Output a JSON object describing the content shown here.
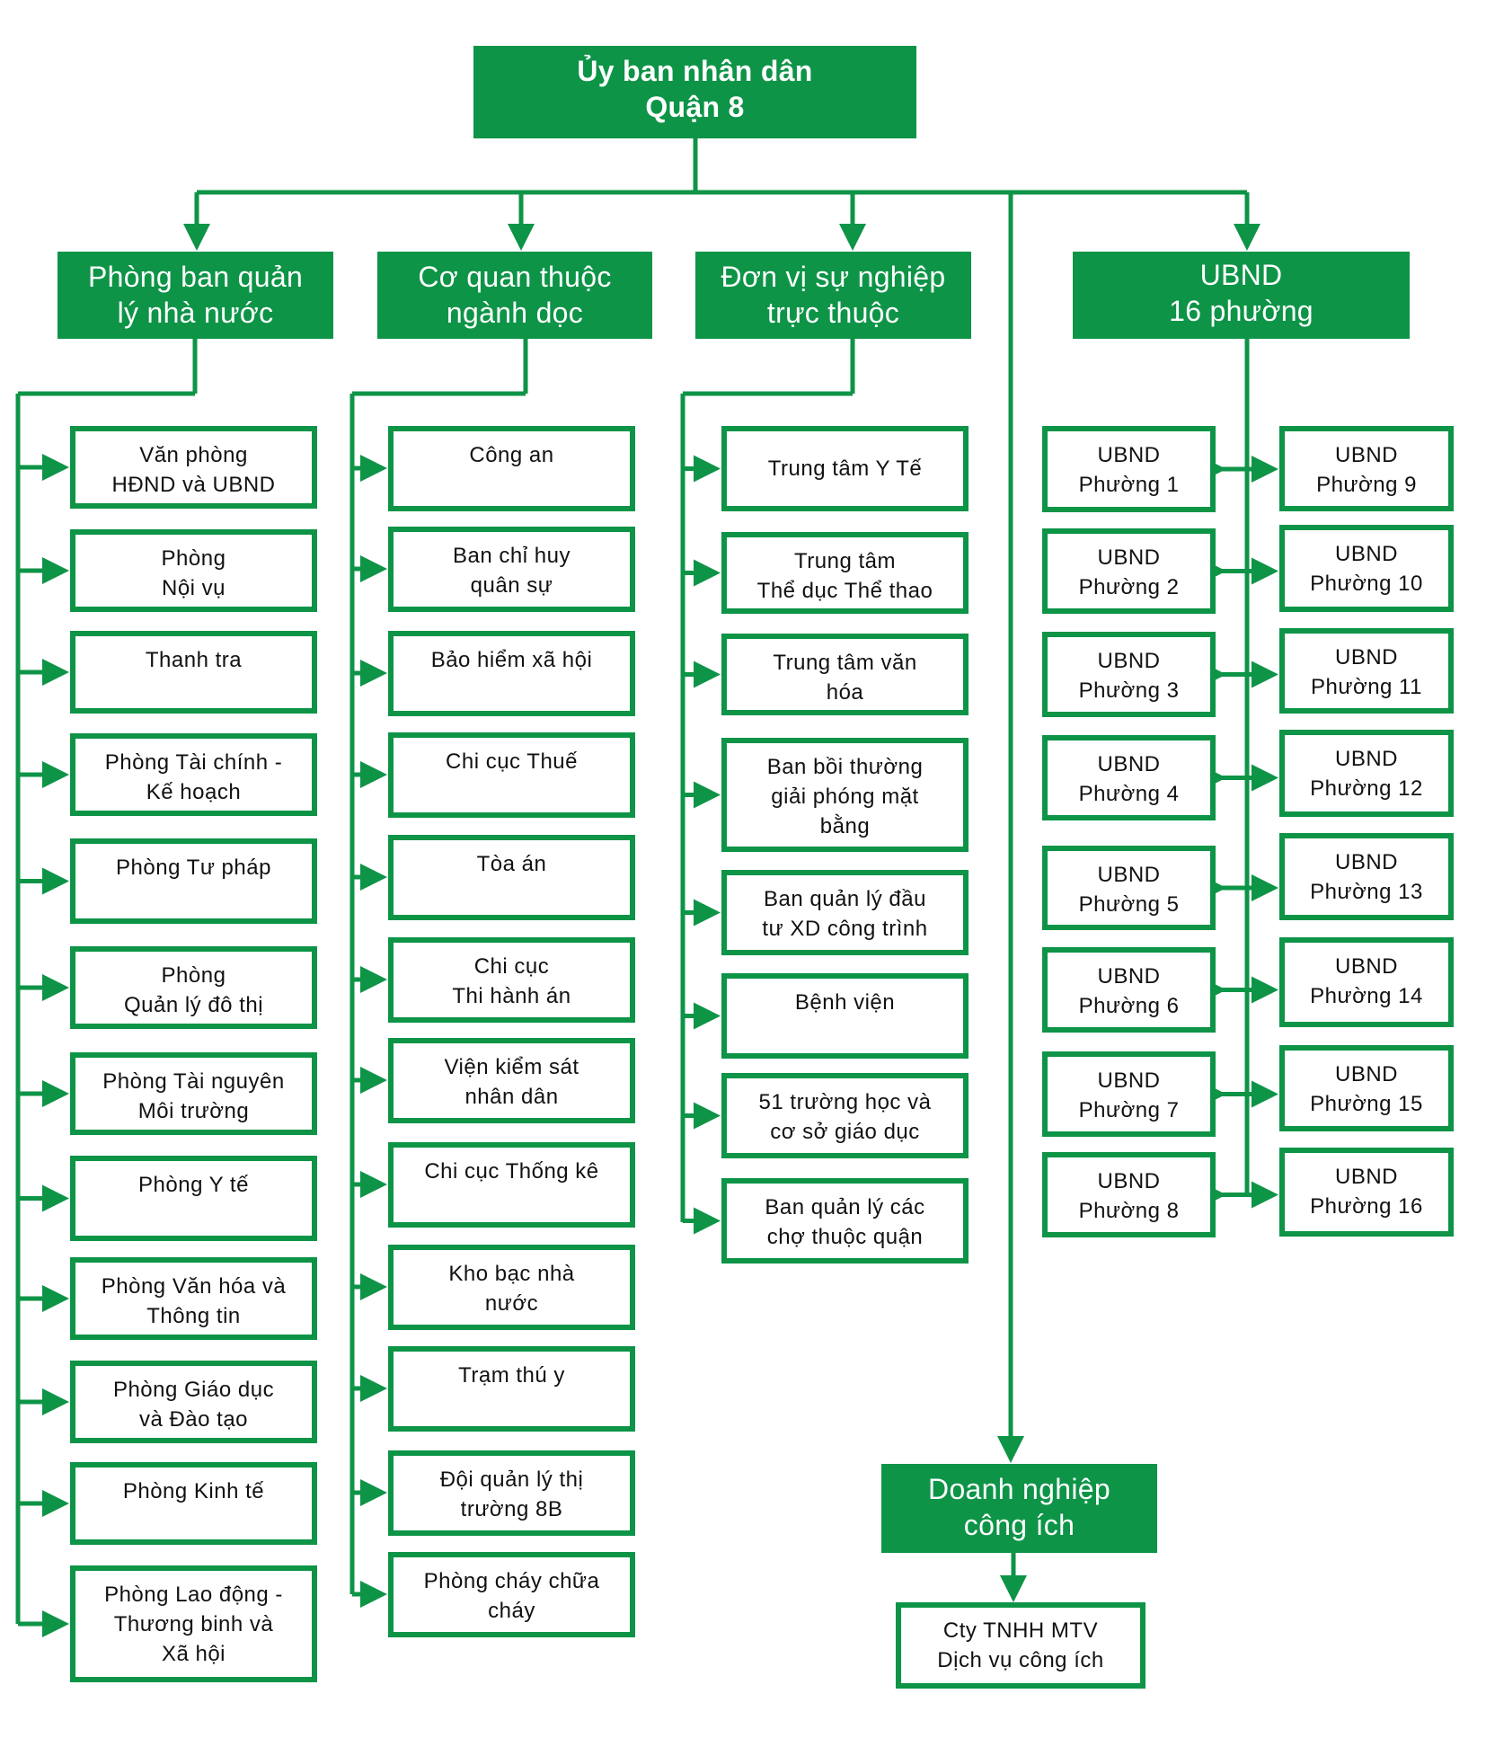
{
  "title": "Ủy ban nhân dân\nQuận 8",
  "colors": {
    "green": "#0d9447"
  },
  "categories": {
    "state": "Phòng ban quản\nlý nhà nước",
    "vertical": "Cơ quan thuộc\nngành dọc",
    "units": "Đơn vị sự nghiệp\ntrực thuộc",
    "wards": "UBND\n16 phường",
    "enterprise": "Doanh nghiệp\ncông ích"
  },
  "state_items": [
    "Văn phòng\nHĐND và UBND",
    "Phòng\nNội vụ",
    "Thanh tra",
    "Phòng Tài chính -\nKế hoạch",
    "Phòng Tư pháp",
    "Phòng\nQuản lý đô thị",
    "Phòng Tài nguyên\nMôi trường",
    "Phòng Y tế",
    "Phòng Văn hóa và\nThông tin",
    "Phòng Giáo dục\nvà Đào tạo",
    "Phòng Kinh tế",
    "Phòng Lao động -\nThương binh và\nXã hội"
  ],
  "vertical_items": [
    "Công an",
    "Ban chỉ huy\nquân sự",
    "Bảo hiểm xã hội",
    "Chi cục Thuế",
    "Tòa án",
    "Chi cục\nThi hành án",
    "Viện kiểm sát\nnhân dân",
    "Chi cục Thống kê",
    "Kho bạc nhà\nnước",
    "Trạm thú y",
    "Đội quản lý thị\ntrường 8B",
    "Phòng cháy chữa\ncháy"
  ],
  "unit_items": [
    "Trung tâm Y Tế",
    "Trung tâm\nThể dục Thể thao",
    "Trung tâm văn\nhóa",
    "Ban bồi thường\ngiải phóng mặt\nbằng",
    "Ban quản lý đầu\ntư XD công trình",
    "Bệnh viện",
    "51 trường học và\ncơ sở giáo dục",
    "Ban quản lý các\nchợ thuộc quận"
  ],
  "ward_left": [
    "UBND\nPhường 1",
    "UBND\nPhường 2",
    "UBND\nPhường 3",
    "UBND\nPhường 4",
    "UBND\nPhường 5",
    "UBND\nPhường 6",
    "UBND\nPhường 7",
    "UBND\nPhường 8"
  ],
  "ward_right": [
    "UBND\nPhường 9",
    "UBND\nPhường 10",
    "UBND\nPhường 11",
    "UBND\nPhường 12",
    "UBND\nPhường 13",
    "UBND\nPhường 14",
    "UBND\nPhường 15",
    "UBND\nPhường 16"
  ],
  "enterprise_item": "Cty TNHH MTV\nDịch vụ công ích"
}
